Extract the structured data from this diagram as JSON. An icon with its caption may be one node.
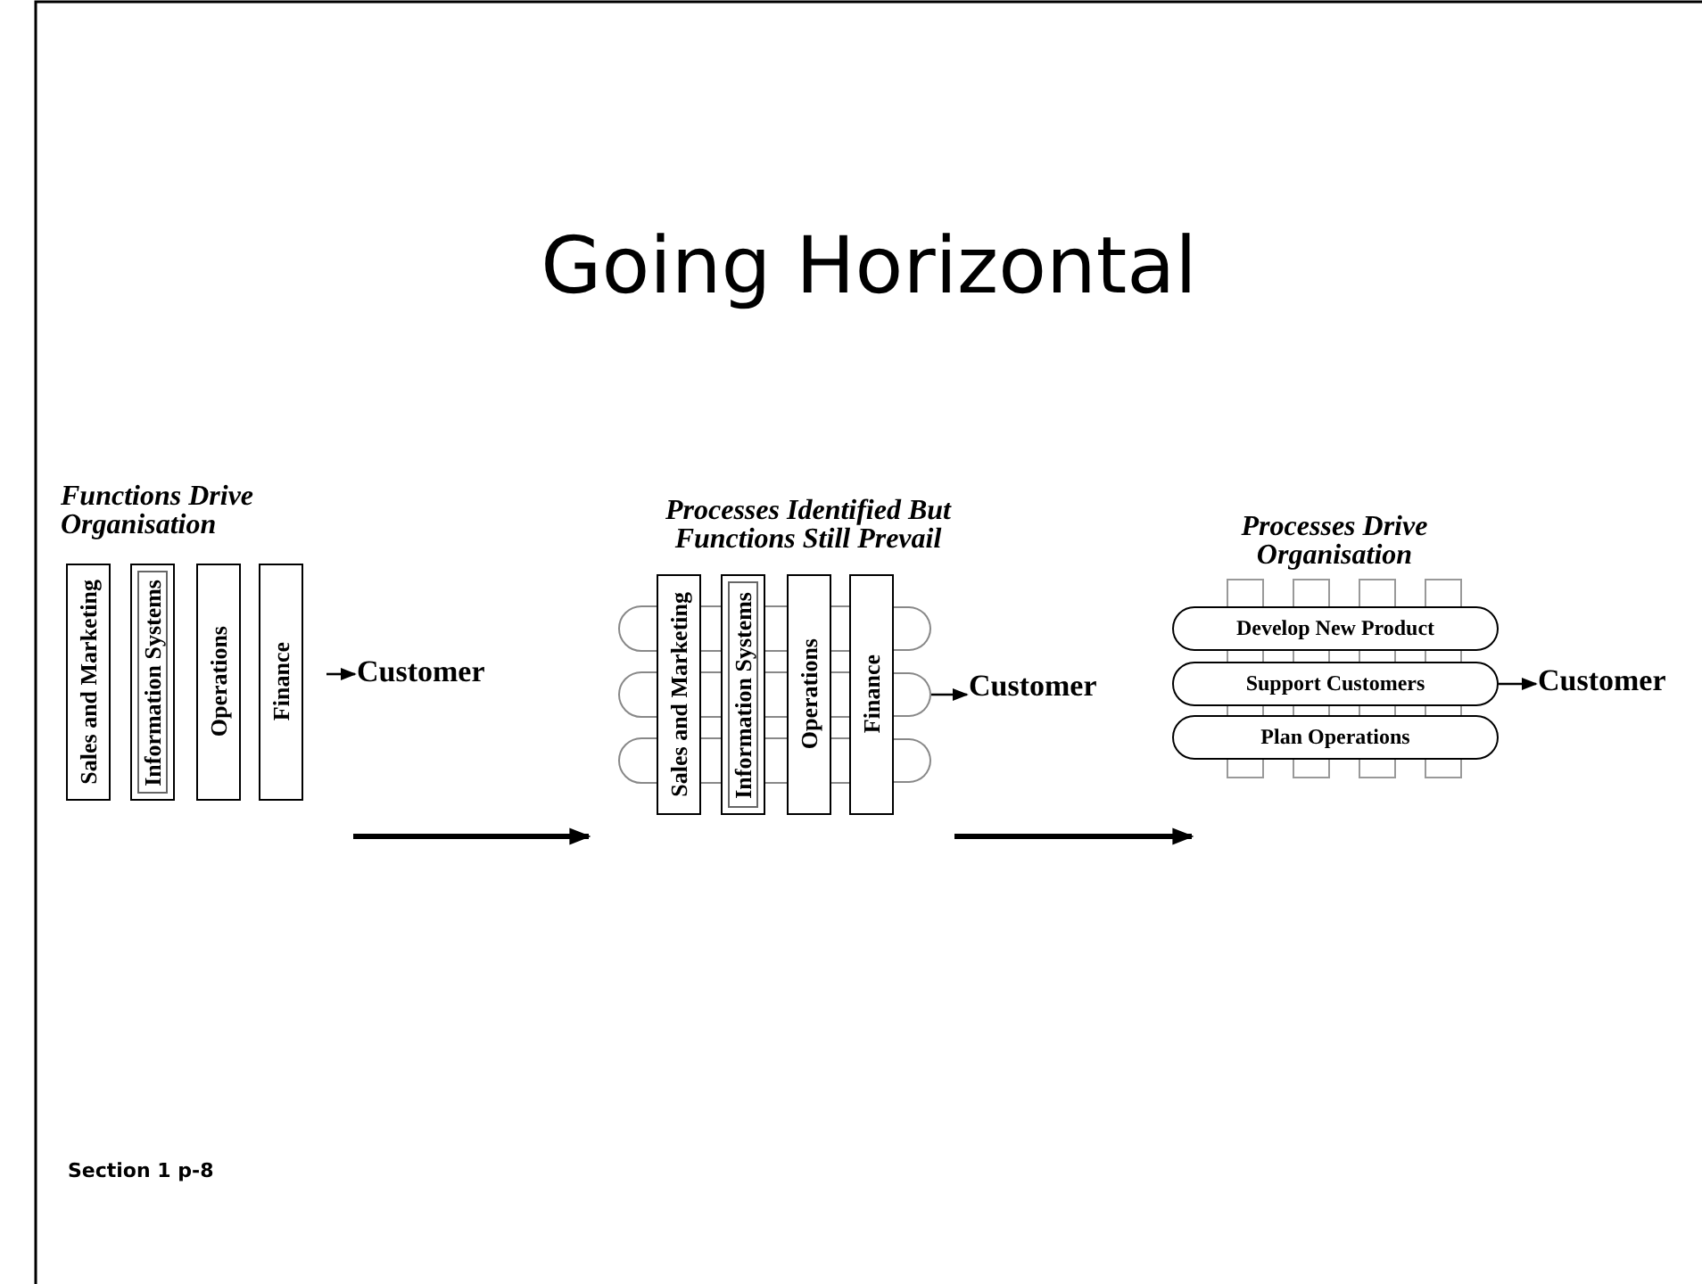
{
  "diagram": {
    "title": "Going Horizontal",
    "nodes": [
      {
        "text": [
          "Sales and Marketing"
        ]
      },
      {
        "text": [
          "Information Systems"
        ]
      },
      {
        "text": [
          "Operations"
        ]
      },
      {
        "text": [
          "Finance"
        ]
      },
      {
        "text": [
          "Customer"
        ]
      },
      {
        "text": [
          "Sales and Marketing"
        ]
      },
      {
        "text": [
          "Information Systems"
        ]
      },
      {
        "text": [
          "Operations"
        ]
      },
      {
        "text": [
          "Finance"
        ]
      },
      {
        "text": [],
        "shape": "bar"
      },
      {
        "text": [],
        "shape": "bar"
      },
      {
        "text": [],
        "shape": "bar"
      },
      {
        "text": [
          "Customer"
        ]
      },
      {
        "text": [
          "Develop New Product"
        ]
      },
      {
        "text": [
          "Support Customers"
        ]
      },
      {
        "text": [
          "Plan Operations"
        ]
      },
      {
        "text": [
          "Customer"
        ]
      }
    ],
    "edges": [
      {
        "from": null,
        "to": 4,
        "arrow": "to"
      },
      {
        "from": 10,
        "to": 12,
        "arrow": "to"
      },
      {
        "from": 14,
        "to": 16,
        "arrow": "to"
      }
    ],
    "labels": [
      "Functions Drive Organisation",
      "Processes Identified But Functions Still Prevail",
      "Processes Drive Organisation",
      "Section 1 p-8"
    ]
  }
}
